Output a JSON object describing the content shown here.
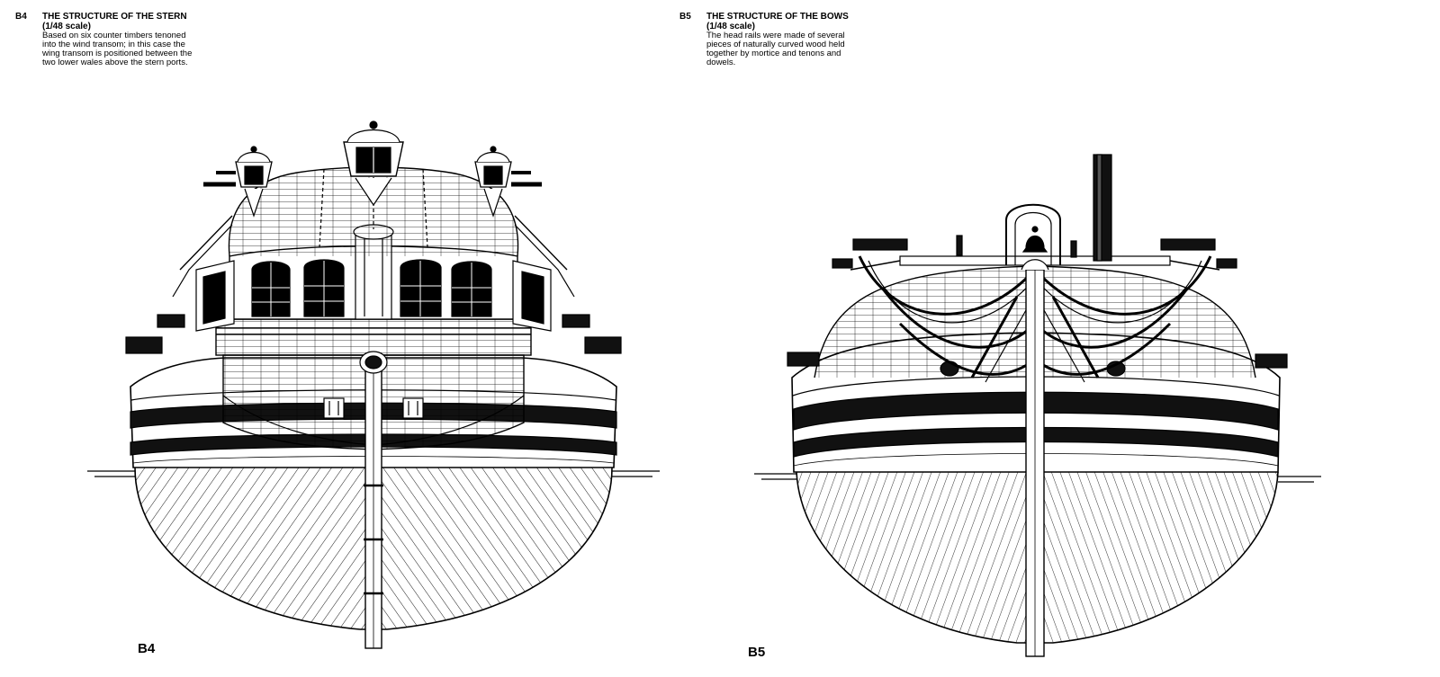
{
  "figures": [
    {
      "code": "B4",
      "title": "THE STRUCTURE OF THE STERN",
      "scale": "(1/48 scale)",
      "description": "Based on six counter timbers tenoned into the wind transom; in this case the wing transom is positioned between the two lower wales above the stern ports.",
      "label": "B4"
    },
    {
      "code": "B5",
      "title": "THE STRUCTURE OF THE BOWS",
      "scale": "(1/48 scale)",
      "description": "The head rails were made of several pieces of naturally curved wood held together by mortice and tenons and dowels.",
      "label": "B5"
    }
  ],
  "colors": {
    "ink": "#000000",
    "paper": "#ffffff"
  },
  "icons": [
    "stern-lantern-icon",
    "bell-icon"
  ]
}
